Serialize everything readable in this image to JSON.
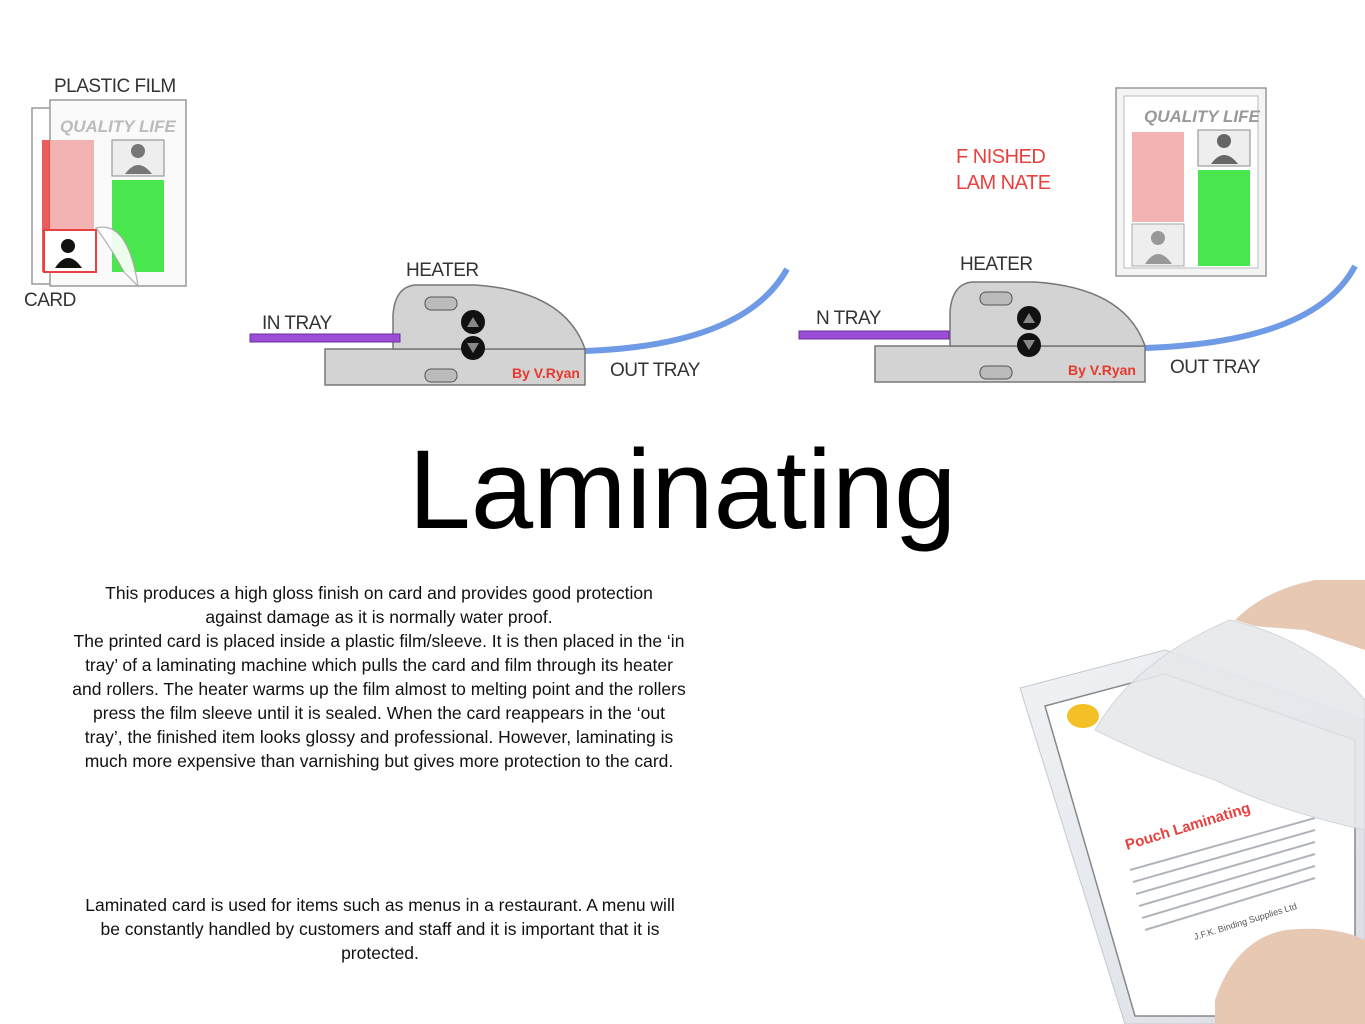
{
  "slide": {
    "title": "Laminating",
    "paragraph1_a": "This produces a high gloss finish on card and provides good protection against damage as it is normally water proof.",
    "paragraph1_b": "The printed card is placed inside a plastic film/sleeve. It is then placed in the ‘in tray’ of a laminating machine which pulls the card and film through its heater and rollers. The heater warms up the film almost to melting point and the rollers press the film sleeve until it is sealed. When the card reappears in the ‘out tray’, the finished item looks glossy and professional. However, laminating is much more expensive than varnishing but gives more protection to the card.",
    "paragraph2": "Laminated card is used for items such as menus in a restaurant. A menu will be constantly handled by customers and staff and it is important that it is protected."
  },
  "diagram": {
    "plastic_film_label": "PLASTIC FILM",
    "card_label": "CARD",
    "card_brand": "QUALITY LIFE",
    "heater_label": "HEATER",
    "in_tray_label": "IN TRAY",
    "out_tray_label": "OUT TRAY",
    "credit": "By V.Ryan",
    "finished_label": "F NISHED\nLAM NATE",
    "heater_label_2": "HEATER",
    "in_tray_label_2": "N TRAY",
    "out_tray_label_2": "OUT TRAY",
    "credit_2": "By V.Ryan",
    "card_brand_2": "QUALITY LIFE",
    "colors": {
      "tray_purple": "#9b4dd6",
      "out_tray_blue": "#6f9ae6",
      "machine_grey": "#d3d3d3",
      "card_red": "#e8413f",
      "card_green": "#49e64d"
    }
  },
  "photo": {
    "pouch_heading": "Pouch Laminating",
    "company": "J.F.K. Binding Supplies Ltd"
  }
}
